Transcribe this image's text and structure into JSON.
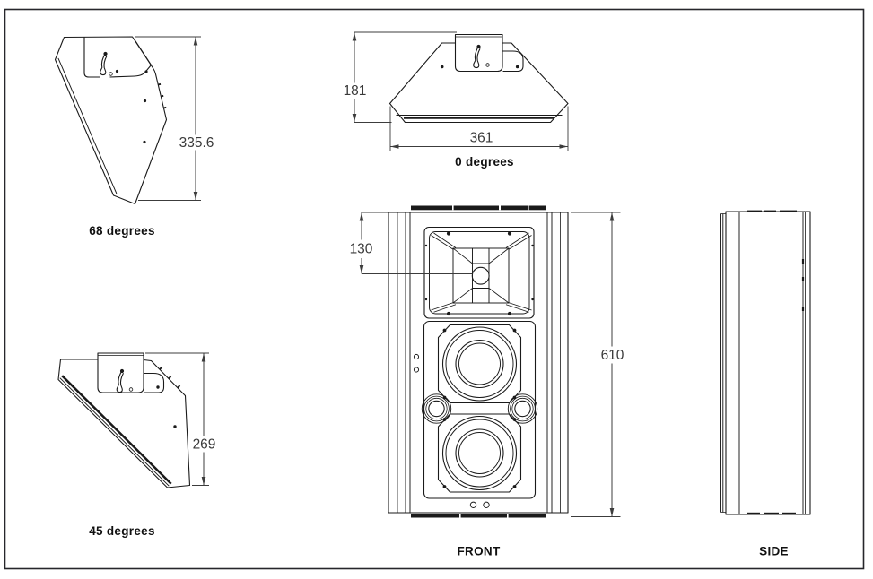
{
  "page": {
    "background": "#ffffff",
    "border_color": "#26262b",
    "line_color": "#1a1a1a",
    "dimension_text_color": "#3a3a3a",
    "label_text_color": "#101010"
  },
  "views": {
    "deg68": {
      "label": "68 degrees",
      "dims": {
        "height": "335.6"
      }
    },
    "deg0": {
      "label": "0 degrees",
      "dims": {
        "depth": "181",
        "width": "361"
      }
    },
    "deg45": {
      "label": "45 degrees",
      "dims": {
        "height": "269"
      }
    },
    "front": {
      "label": "FRONT",
      "dims": {
        "hf_center": "130",
        "height": "610"
      }
    },
    "side": {
      "label": "SIDE"
    }
  }
}
